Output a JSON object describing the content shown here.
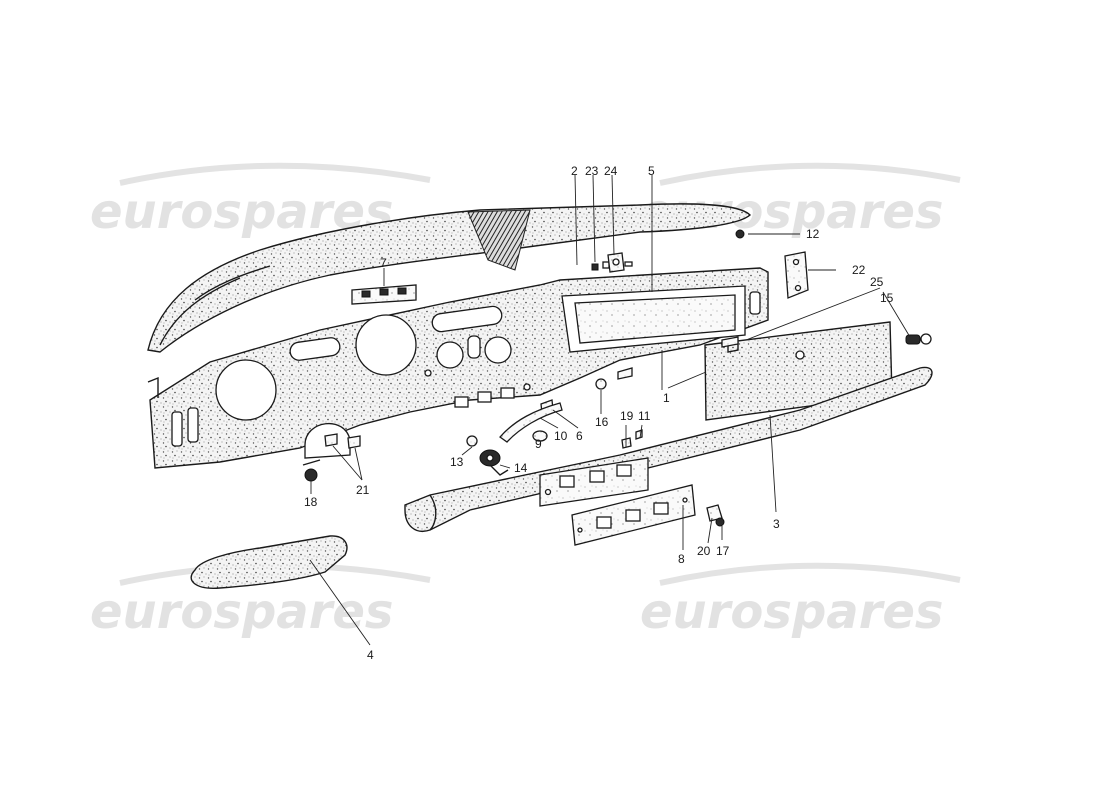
{
  "watermark": {
    "text": "eurospares",
    "color": "#d9d9d9"
  },
  "callouts": [
    {
      "id": "c2",
      "label": "2"
    },
    {
      "id": "c23",
      "label": "23"
    },
    {
      "id": "c24",
      "label": "24"
    },
    {
      "id": "c5",
      "label": "5"
    },
    {
      "id": "c12",
      "label": "12"
    },
    {
      "id": "c7",
      "label": "7"
    },
    {
      "id": "c22",
      "label": "22"
    },
    {
      "id": "c25",
      "label": "25"
    },
    {
      "id": "c15",
      "label": "15"
    },
    {
      "id": "c1",
      "label": "1"
    },
    {
      "id": "c16",
      "label": "16"
    },
    {
      "id": "c6",
      "label": "6"
    },
    {
      "id": "c10",
      "label": "10"
    },
    {
      "id": "c9",
      "label": "9"
    },
    {
      "id": "c19",
      "label": "19"
    },
    {
      "id": "c11",
      "label": "11"
    },
    {
      "id": "c13",
      "label": "13"
    },
    {
      "id": "c14",
      "label": "14"
    },
    {
      "id": "c18",
      "label": "18"
    },
    {
      "id": "c21",
      "label": "21"
    },
    {
      "id": "c3",
      "label": "3"
    },
    {
      "id": "c8",
      "label": "8"
    },
    {
      "id": "c20",
      "label": "20"
    },
    {
      "id": "c17",
      "label": "17"
    },
    {
      "id": "c4",
      "label": "4"
    }
  ]
}
